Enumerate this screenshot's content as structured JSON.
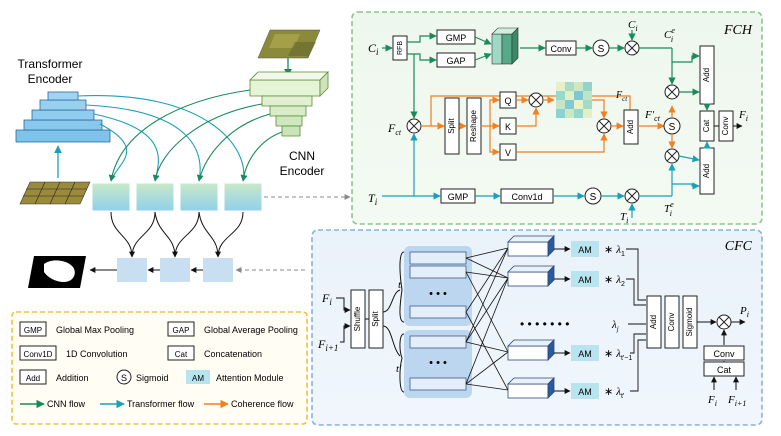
{
  "left": {
    "transformer_label": [
      "Transformer",
      "Encoder"
    ],
    "cnn_label": [
      "CNN",
      "Encoder"
    ]
  },
  "fch": {
    "title": "FCH",
    "labels": {
      "Ci": "C",
      "Ci_sub": "i",
      "Fct": "F",
      "Fct_sub": "ct",
      "Ti": "T",
      "Ti_sub": "i",
      "Fi": "F",
      "Fi_sub": "i",
      "Cie": "C",
      "Cie_sub": "i",
      "Cie_sup": "e",
      "Tie": "T",
      "Tie_sub": "i",
      "Tie_sup": "e",
      "Fct_prime": "F′",
      "Fct_prime_sub": "ct",
      "Ci_top": "C",
      "Ci_top_sub": "i",
      "Ti_bottom": "T",
      "Ti_bottom_sub": "i",
      "Fct_small": "F",
      "Fct_small_sub": "ct"
    },
    "boxes": {
      "rfb": "RFB",
      "gmp": "GMP",
      "gap": "GAP",
      "conv": "Conv",
      "split": "Split",
      "reshape": "Reshape",
      "q": "Q",
      "k": "K",
      "v": "V",
      "add1": "Add",
      "add2": "Add",
      "add3": "Add",
      "cat": "Cat",
      "conv2": "Conv",
      "gmp2": "GMP",
      "conv1d": "Conv1d",
      "sigma": "S"
    }
  },
  "cfc": {
    "title": "CFC",
    "labels": {
      "Fi": "F",
      "Fi_sub": "i",
      "Fi1": "F",
      "Fi1_sub": "i+1",
      "Pi": "P",
      "Pi_sub": "i",
      "t": "t",
      "tprime": "t′",
      "dots": "• • •",
      "long_dots": "• • • • • • •",
      "star": "∗",
      "lam1": "λ",
      "lam1_sub": "1",
      "lam2": "λ",
      "lam2_sub": "2",
      "lamj": "λ",
      "lamj_sub": "j",
      "lamt1": "λ",
      "lamt1_sub": "t′−1",
      "lamt": "λ",
      "lamt_sub": "t′",
      "Fi_b": "F",
      "Fi_b_sub": "i",
      "Fi1_b": "F",
      "Fi1_b_sub": "i+1"
    },
    "boxes": {
      "shuffle": "Shuffle",
      "split": "Split",
      "am": "AM",
      "add": "Add",
      "conv": "Conv",
      "sigmoid": "Sigmoid",
      "conv2": "Conv",
      "cat": "Cat"
    }
  },
  "legend": {
    "items": [
      {
        "tag": "GMP",
        "text": "Global Max Pooling"
      },
      {
        "tag": "GAP",
        "text": "Global Average Pooling"
      },
      {
        "tag": "Conv1D",
        "text": "1D Convolution"
      },
      {
        "tag": "Cat",
        "text": "Concatenation"
      },
      {
        "tag": "Add",
        "text": "Addition"
      },
      {
        "tag": "S",
        "text": "Sigmoid"
      },
      {
        "tag": "AM",
        "text": "Attention Module"
      }
    ],
    "flows": [
      {
        "text": "CNN flow",
        "color": "#1a8a5a"
      },
      {
        "text": "Transformer flow",
        "color": "#1aa0b8"
      },
      {
        "text": "Coherence flow",
        "color": "#f08020"
      }
    ]
  },
  "colors": {
    "cnn": "#1a8a5a",
    "transformer": "#1aa0b8",
    "coherence": "#f08020",
    "fch_border": "#8cc48c",
    "cfc_border": "#8ab0d8",
    "legend_border": "#f0c040",
    "am_fill": "#b8e4f0"
  }
}
